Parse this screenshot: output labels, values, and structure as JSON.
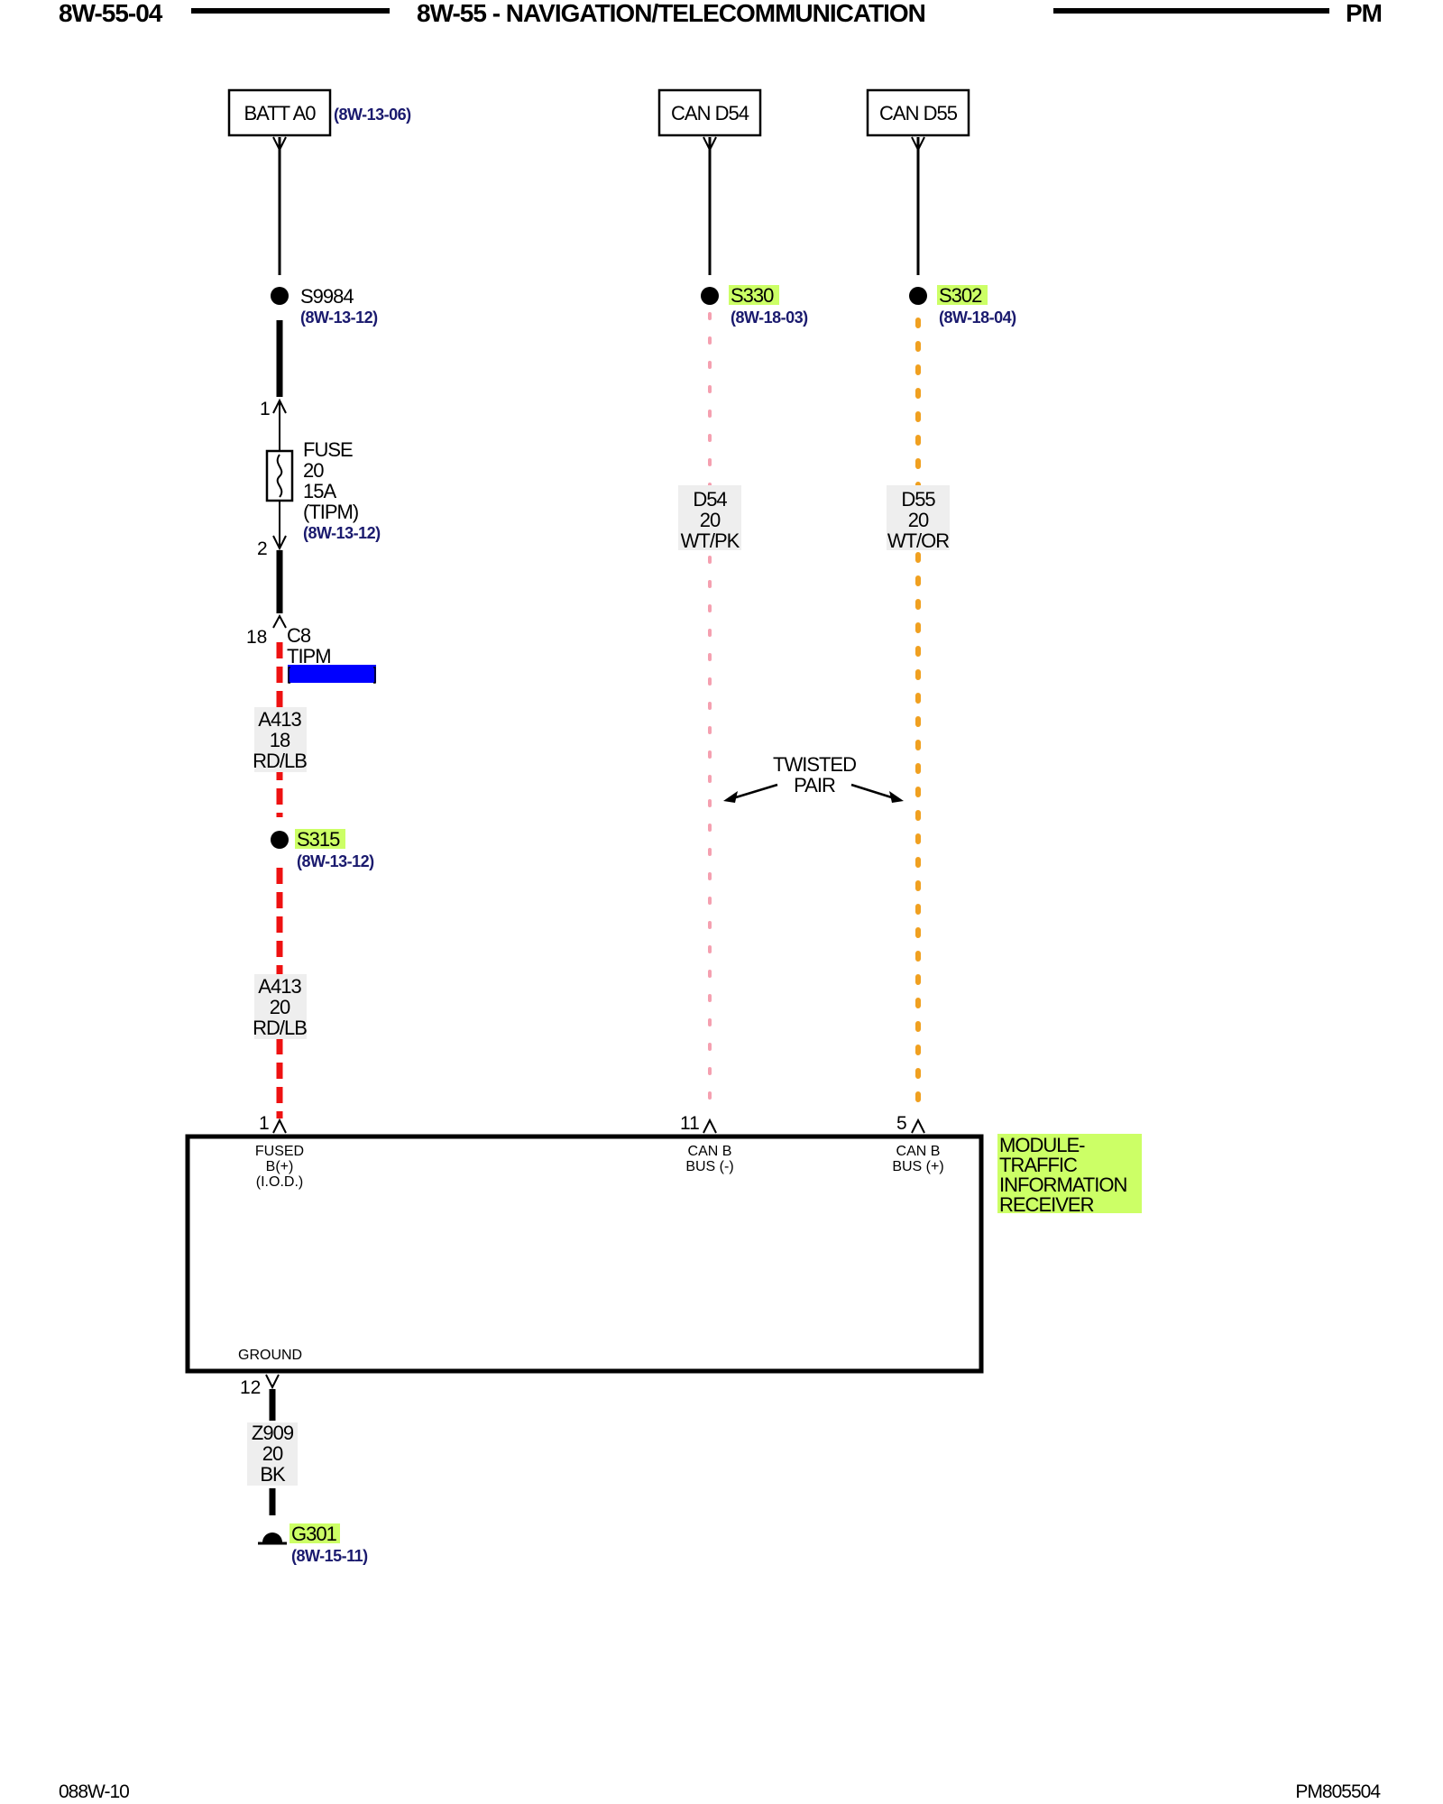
{
  "header": {
    "page_id": "8W-55-04",
    "title": "8W-55 - NAVIGATION/TELECOMMUNICATION",
    "model": "PM"
  },
  "footer": {
    "left_code": "088W-10",
    "right_code": "PM805504"
  },
  "sources": [
    {
      "name": "BATT A0",
      "ref": "(8W-13-06)"
    },
    {
      "name": "CAN D54"
    },
    {
      "name": "CAN D55"
    }
  ],
  "splices": {
    "s9984": {
      "name": "S9984",
      "ref": "(8W-13-12)"
    },
    "s330": {
      "name": "S330",
      "ref": "(8W-18-03)"
    },
    "s302": {
      "name": "S302",
      "ref": "(8W-18-04)"
    },
    "s315": {
      "name": "S315",
      "ref": "(8W-13-12)"
    }
  },
  "fuse": {
    "pin_in": "1",
    "pin_out": "2",
    "line1": "FUSE",
    "line2": "20",
    "line3": "15A",
    "line4": "(TIPM)",
    "ref": "(8W-13-12)"
  },
  "connector_c8": {
    "pin": "18",
    "name": "C8",
    "module": "TIPM",
    "highlight_color": "#0000ff"
  },
  "wires": {
    "a413_18": {
      "circuit": "A413",
      "gauge": "18",
      "color": "RD/LB",
      "line_color": "#ee1111"
    },
    "a413_20": {
      "circuit": "A413",
      "gauge": "20",
      "color": "RD/LB",
      "line_color": "#ee1111"
    },
    "d54": {
      "circuit": "D54",
      "gauge": "20",
      "color": "WT/PK",
      "line_color": "#f5a0b0"
    },
    "d55": {
      "circuit": "D55",
      "gauge": "20",
      "color": "WT/OR",
      "line_color": "#f0a020"
    },
    "z909": {
      "circuit": "Z909",
      "gauge": "20",
      "color": "BK",
      "line_color": "#000000"
    }
  },
  "twisted_pair": {
    "line1": "TWISTED",
    "line2": "PAIR"
  },
  "module": {
    "name_lines": [
      "MODULE-",
      "TRAFFIC",
      "INFORMATION",
      "RECEIVER"
    ],
    "pins": [
      {
        "number": "1",
        "label_lines": [
          "FUSED",
          "B(+)",
          "(I.O.D.)"
        ]
      },
      {
        "number": "11",
        "label_lines": [
          "CAN B",
          "BUS (-)"
        ]
      },
      {
        "number": "5",
        "label_lines": [
          "CAN B",
          "BUS (+)"
        ]
      }
    ],
    "ground_pin": {
      "number": "12",
      "label": "GROUND"
    }
  },
  "ground": {
    "name": "G301",
    "ref": "(8W-15-11)"
  },
  "colors": {
    "highlight": "#ccff66",
    "reference_text": "#1a1a6e"
  }
}
